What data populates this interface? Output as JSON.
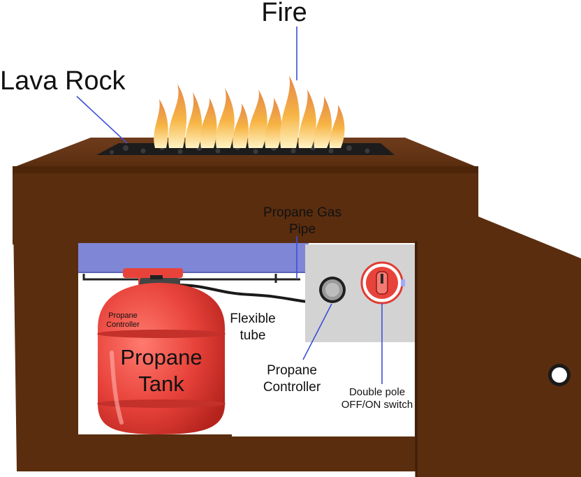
{
  "labels": {
    "fire": "Fire",
    "lava_rock": "Lava Rock",
    "gas_pipe_line1": "Propane Gas",
    "gas_pipe_line2": "Pipe",
    "flexible_tube_line1": "Flexible",
    "flexible_tube_line2": "tube",
    "tank_line1": "Propane",
    "tank_line2": "Tank",
    "tank_controller_line1": "Propane",
    "tank_controller_line2": "Controller",
    "controller_line1": "Propane",
    "controller_line2": "Controller",
    "switch_line1": "Double pole",
    "switch_line2": "OFF/ON switch"
  },
  "colors": {
    "cabinet": "#5a2d0f",
    "cabinet_top": "#6b3a1c",
    "gas_pipe": "#7f86d6",
    "control_panel": "#d3d3d3",
    "tank": "#e8433b",
    "leader_line": "#3b4fd8",
    "flame": "#f5a623"
  },
  "icons": [
    "knob-icon",
    "switch-icon",
    "door-latch-icon"
  ]
}
